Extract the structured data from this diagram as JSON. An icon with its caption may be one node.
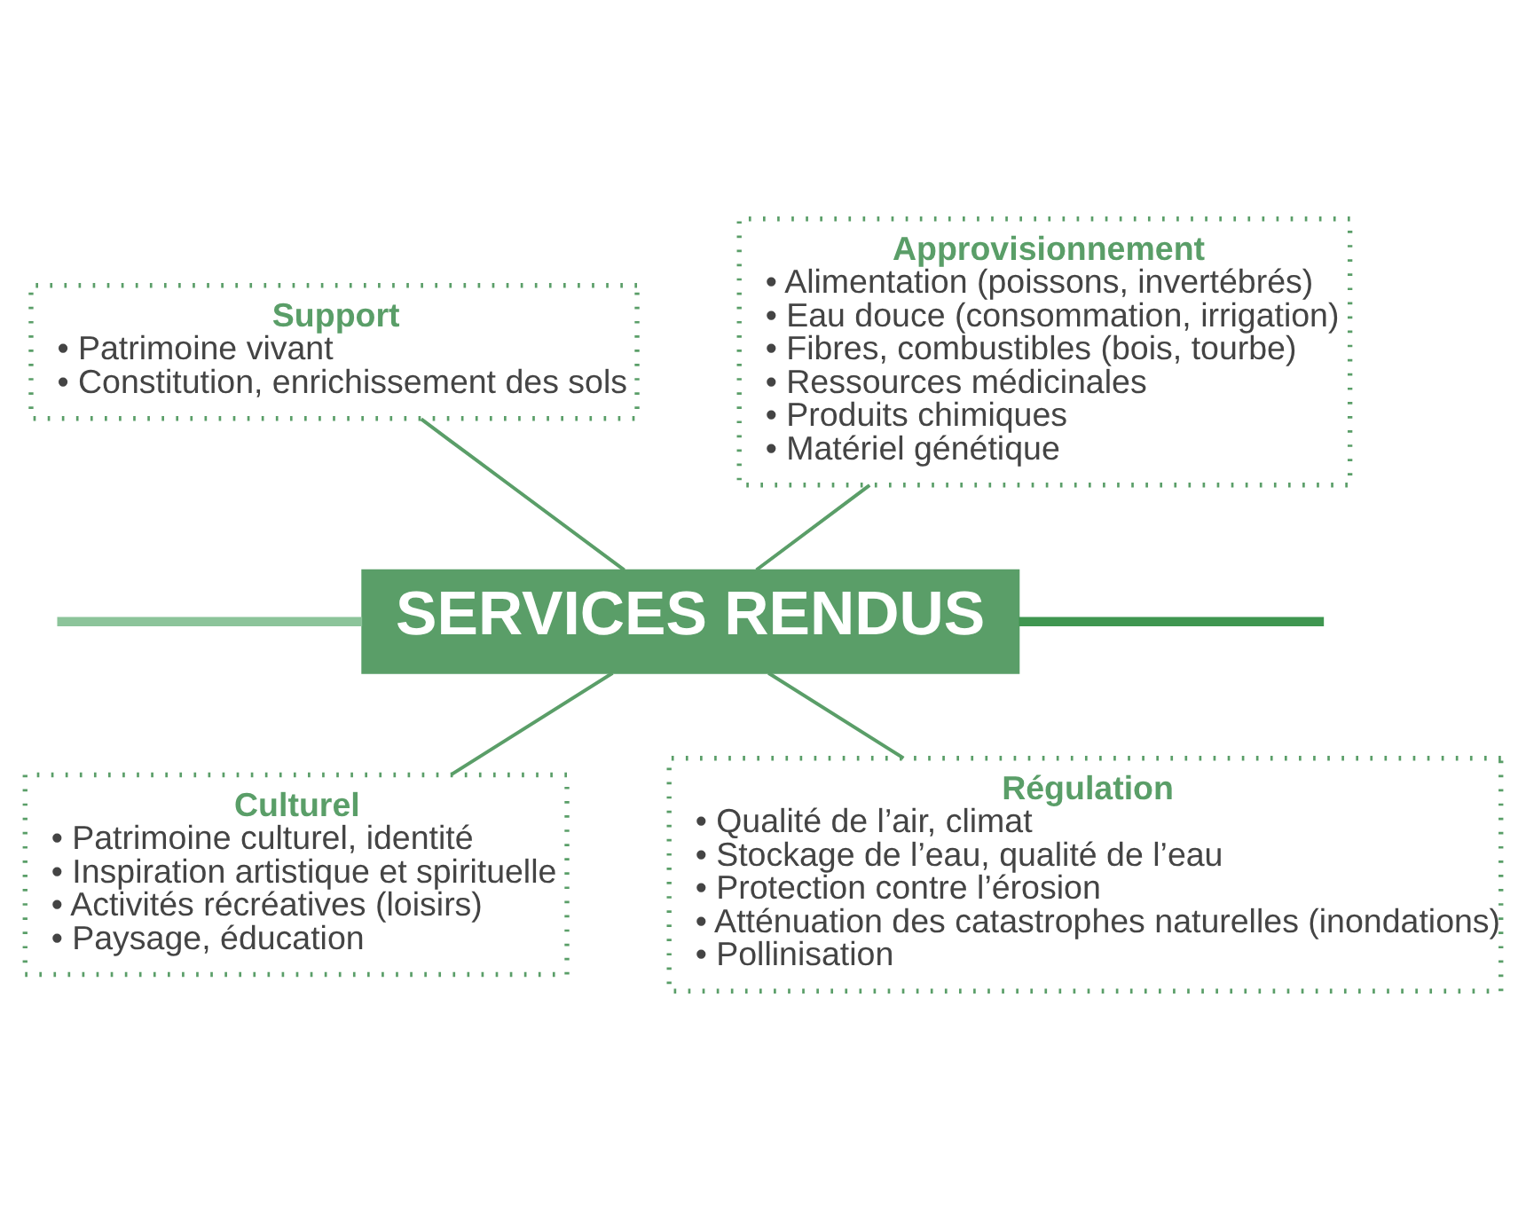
{
  "diagram": {
    "nodes": [
      {
        "text": [
          "Support",
          "• Patrimoine vivant",
          "• Constitution, enrichissement des sols"
        ]
      },
      {
        "text": [
          "Approvisionnement",
          "• Alimentation (poissons, invertébrés)",
          "• Eau douce (consommation, irrigation)",
          "• Fibres, combustibles (bois, tourbe)",
          "• Ressources médicinales",
          "• Produits chimiques",
          "• Matériel génétique"
        ]
      },
      {
        "text": [
          "SERVICES RENDUS"
        ]
      },
      {
        "text": [
          "Culturel",
          "• Patrimoine culturel, identité",
          "• Inspiration artistique et spirituelle",
          "• Activités récréatives (loisirs)",
          "• Paysage, éducation"
        ]
      },
      {
        "text": [
          "Régulation",
          "• Qualité de l’air, climat",
          "• Stockage de l’eau, qualité de l’eau",
          "• Protection contre l’érosion",
          "• Atténuation des catastrophes naturelles (inondations)",
          "• Pollinisation"
        ]
      }
    ],
    "edges": [
      {
        "from": 0,
        "to": 2,
        "arrow": "none"
      },
      {
        "from": 1,
        "to": 2,
        "arrow": "none"
      },
      {
        "from": 2,
        "to": null,
        "arrow": "none",
        "style": "thick",
        "color": "#3f9650"
      },
      {
        "from": null,
        "to": 2,
        "arrow": "none",
        "style": "thick",
        "color": "#8cc49a"
      },
      {
        "from": 2,
        "to": 3,
        "arrow": "none"
      },
      {
        "from": 2,
        "to": 4,
        "arrow": "none"
      }
    ]
  }
}
